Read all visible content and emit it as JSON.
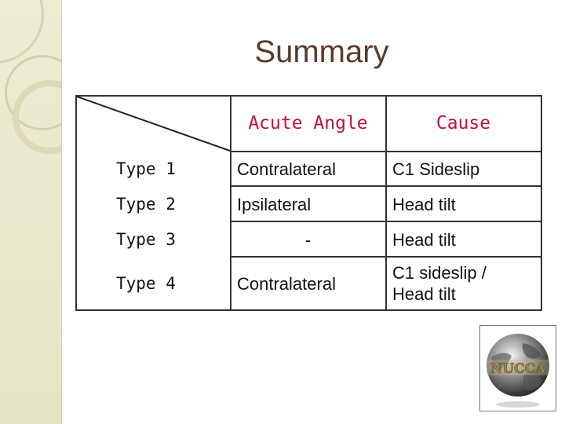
{
  "title": "Summary",
  "table": {
    "headers": [
      "Acute Angle",
      "Cause"
    ],
    "rows": [
      {
        "label": "Type 1",
        "angle": "Contralateral",
        "cause": "C1 Sideslip"
      },
      {
        "label": "Type 2",
        "angle": "Ipsilateral",
        "cause": "Head tilt"
      },
      {
        "label": "Type 3",
        "angle": "-",
        "cause": "Head tilt"
      },
      {
        "label": "Type 4",
        "angle": "Contralateral",
        "cause": "C1 sideslip / Head tilt"
      }
    ]
  },
  "logo": {
    "text": "NUCCA"
  },
  "colors": {
    "title": "#5a3a2a",
    "header": "#c0123a",
    "panel": "#ecebd4"
  }
}
